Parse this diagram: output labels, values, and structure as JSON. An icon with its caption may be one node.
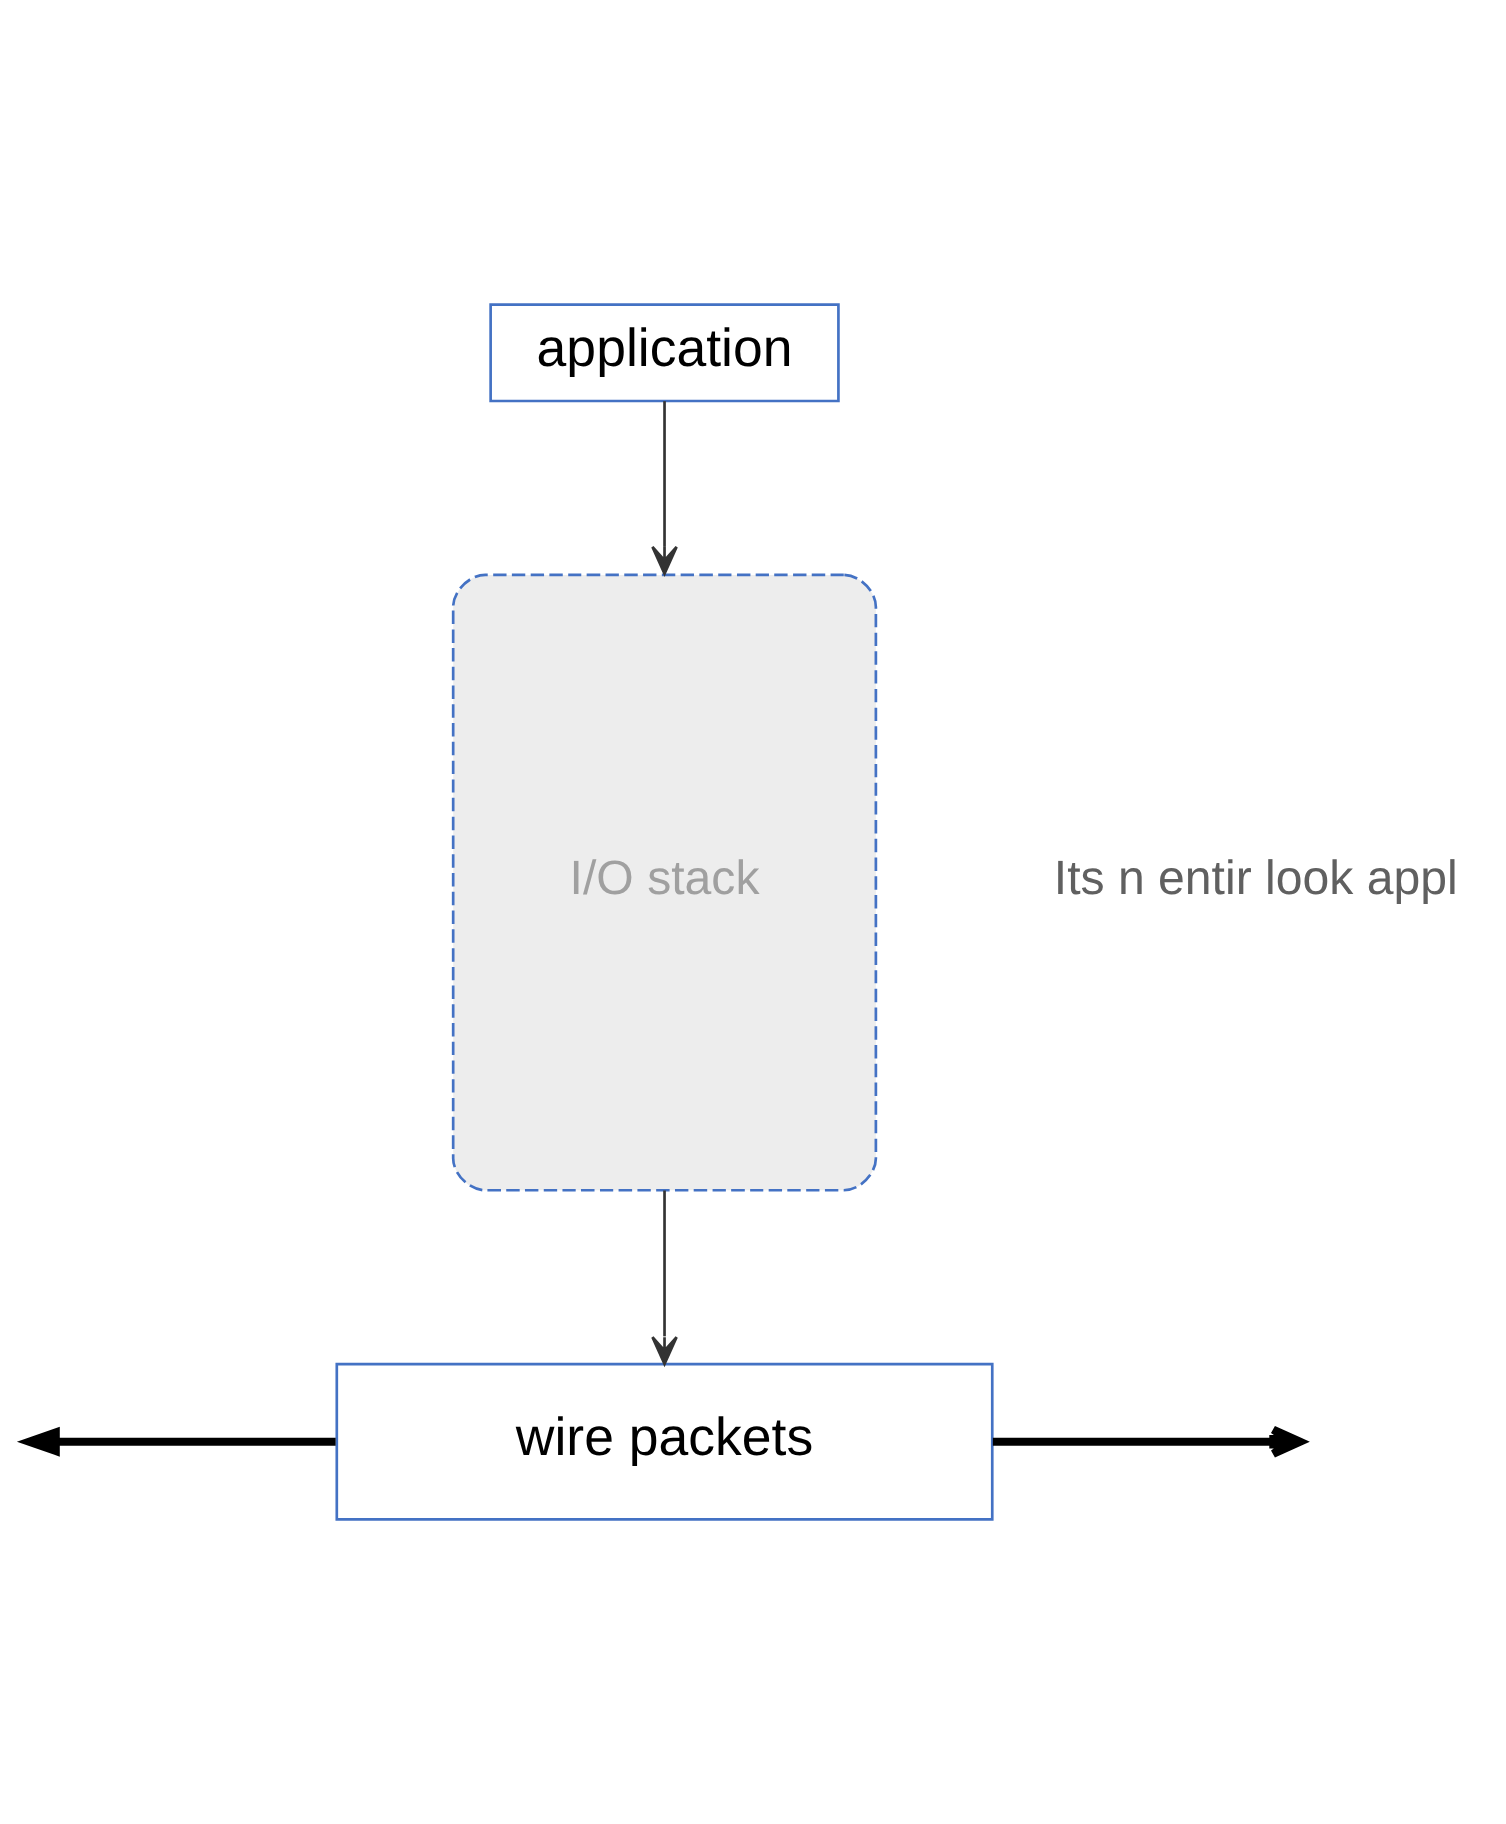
{
  "diagram": {
    "nodes": [
      {
        "text": [
          "application"
        ]
      },
      {
        "text": [
          "I/O stack"
        ]
      },
      {
        "text": [
          "wire packets"
        ]
      }
    ],
    "edges": [
      {
        "from": 0,
        "to": 1,
        "arrow": "to"
      },
      {
        "from": 1,
        "to": 2,
        "arrow": "to"
      },
      {
        "from": 2,
        "to": null,
        "arrow": "to",
        "style": "thick"
      },
      {
        "from": 2,
        "to": null,
        "arrow": "to",
        "style": "thick"
      }
    ],
    "labels": [
      "Its n entir look appl"
    ]
  }
}
